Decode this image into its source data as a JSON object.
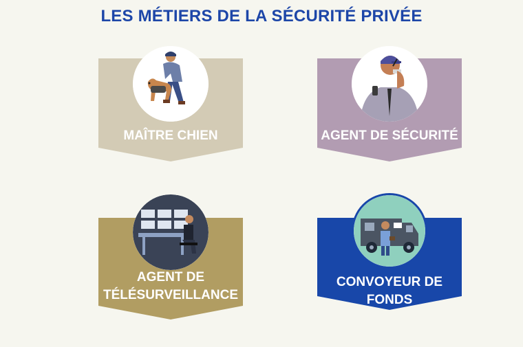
{
  "title": "LES MÉTIERS DE LA SÉCURITÉ PRIVÉE",
  "cards": [
    {
      "label": "MAÎTRE CHIEN",
      "color": "#d3cbb5",
      "icon": "dog-handler-icon"
    },
    {
      "label": "AGENT DE SÉCURITÉ",
      "color": "#b29cb2",
      "icon": "security-agent-icon"
    },
    {
      "label_lines": [
        "AGENT DE",
        "TÉLÉSURVEILLANCE"
      ],
      "color": "#b19d62",
      "icon": "video-surveillance-icon"
    },
    {
      "label_lines": [
        "CONVOYEUR DE",
        "FONDS"
      ],
      "color": "#1847a9",
      "icon": "armored-van-icon"
    }
  ]
}
